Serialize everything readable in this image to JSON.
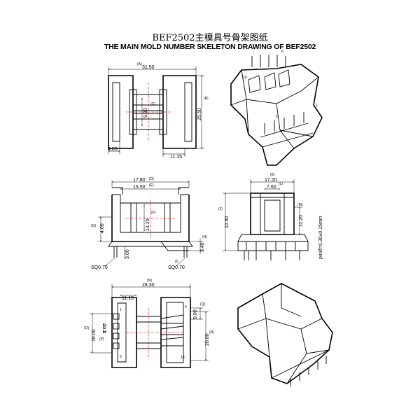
{
  "title_cn": "BEF2502主模具号骨架图纸",
  "title_en": "THE MAIN MOLD NUMBER SKELETON DRAWING OF BEF2502",
  "top_view": {
    "dim_width": "31.50",
    "dim_width_tag": "(A)",
    "dim_height": "25.50",
    "dim_height_tag": "(B)",
    "dim_inner": "9.30",
    "dim_inner_tag": "(C)",
    "dim_left": "4.85",
    "dim_offset": "11.15"
  },
  "iso_view_top": {
    "pin_labels": [
      "10",
      "6",
      "5",
      "1"
    ]
  },
  "front_view": {
    "dim_outer": "17.80",
    "dim_outer_tag": "(D)",
    "dim_inner": "15.50",
    "dim_inner_tag": "(E)",
    "dim_window": "13.20",
    "dim_window_tag": "(F)",
    "dim_left_h": "4.00",
    "dim_left_h_tag": "(G)",
    "dim_pin_gap": "3.00",
    "dim_right_h": "3.40",
    "dim_right_h_tag": "(H)",
    "sq_left": "SQ0.70",
    "sq_right": "SQ0.70",
    "sq_right_tag": "(I)"
  },
  "side_view": {
    "dim_width": "17.20",
    "dim_width_tag": "(K)",
    "dim_inner": "7.60",
    "dim_inner_tag": "(L)",
    "dim_height": "22.60",
    "dim_height_tag": "(J)",
    "dim_mid": "11.20",
    "dim_mid_tag": "(M)",
    "pin_note": "pinØ=0.30±0.15mm"
  },
  "bottom_view": {
    "dim_width": "28.30",
    "dim_width_tag": "(N)",
    "dim_offset": "11.15",
    "dim_left_h": "16.00",
    "dim_left_h_tag": "(O)",
    "dim_pitch": "4.00",
    "dim_pitch_tag": "(P)",
    "dim_right_pitch": "5.00",
    "dim_right_pitch_tag": "(Q)",
    "dim_right_h": "20.00",
    "dim_right_h_tag": "(R)",
    "pin_labels_left": [
      "1",
      "5"
    ],
    "pin_labels_right": [
      "6",
      "10"
    ]
  }
}
